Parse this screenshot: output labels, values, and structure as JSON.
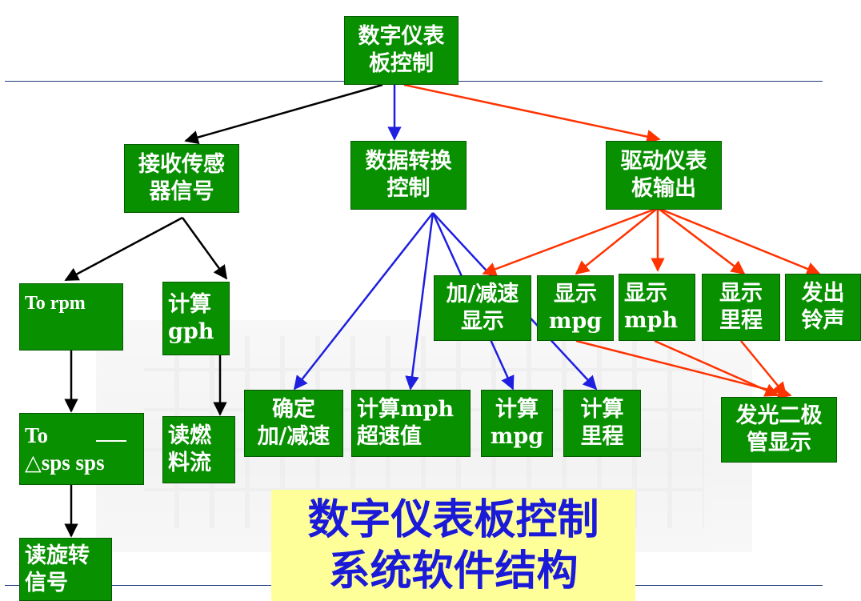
{
  "title": "数字仪表板控制\n系统软件结构",
  "colors": {
    "node_fill": "#089000",
    "node_text": "#ffffff",
    "title_fill": "#ffff99",
    "title_text": "#1a1ad8",
    "edge_black": "#000000",
    "edge_blue": "#1f1fe0",
    "edge_red": "#ff3300",
    "rule": "#1f3a7a"
  },
  "nodes": {
    "root": "数字仪表\n板控制",
    "receive": "接收传感\n器信号",
    "convert": "数据转换\n控制",
    "drive": "驱动仪表\n板输出",
    "to_rpm": "To  rpm",
    "calc_gph": "计算\ngph",
    "to_sps": "To\n△sps sps",
    "read_fuel": "读燃\n料流",
    "read_rotation": "读旋转\n信号",
    "confirm_accel": "确定\n加/减速",
    "calc_mph_over": "计算mph\n超速值",
    "calc_mpg": "计算\nmpg",
    "calc_mileage": "计算\n里程",
    "accel_display": "加/减速\n显示",
    "show_mpg": "显示\nmpg",
    "show_mph": "显示\nmph",
    "show_mileage": "显示\n里程",
    "bell": "发出\n铃声",
    "led_display": "发光二极\n管显示"
  }
}
